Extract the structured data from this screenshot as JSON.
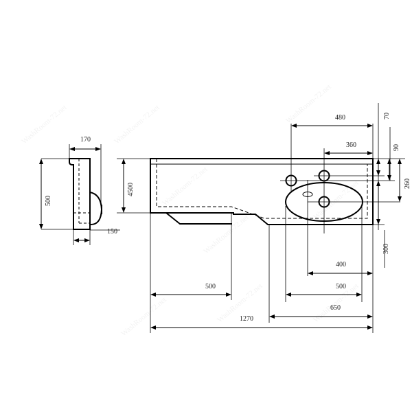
{
  "drawing": {
    "title": "Washbasin countertop dimension drawing",
    "line_color": "#000000",
    "background": "#ffffff",
    "watermark": "WashRoom-72.net"
  },
  "side_view": {
    "dims": {
      "width_top": "170",
      "height": "500",
      "depth_bottom": "150"
    }
  },
  "front_view": {
    "dims": {
      "height_left": "4500",
      "tap_hole_left_offset": "480",
      "tap_hole_right_offset": "360",
      "top_70": "70",
      "top_90": "90",
      "drain_260": "260",
      "bowl_300": "300",
      "bottom_400": "400",
      "bottom_500_right": "500",
      "bottom_650": "650",
      "bottom_500_left": "500",
      "overall_1270": "1270"
    }
  }
}
